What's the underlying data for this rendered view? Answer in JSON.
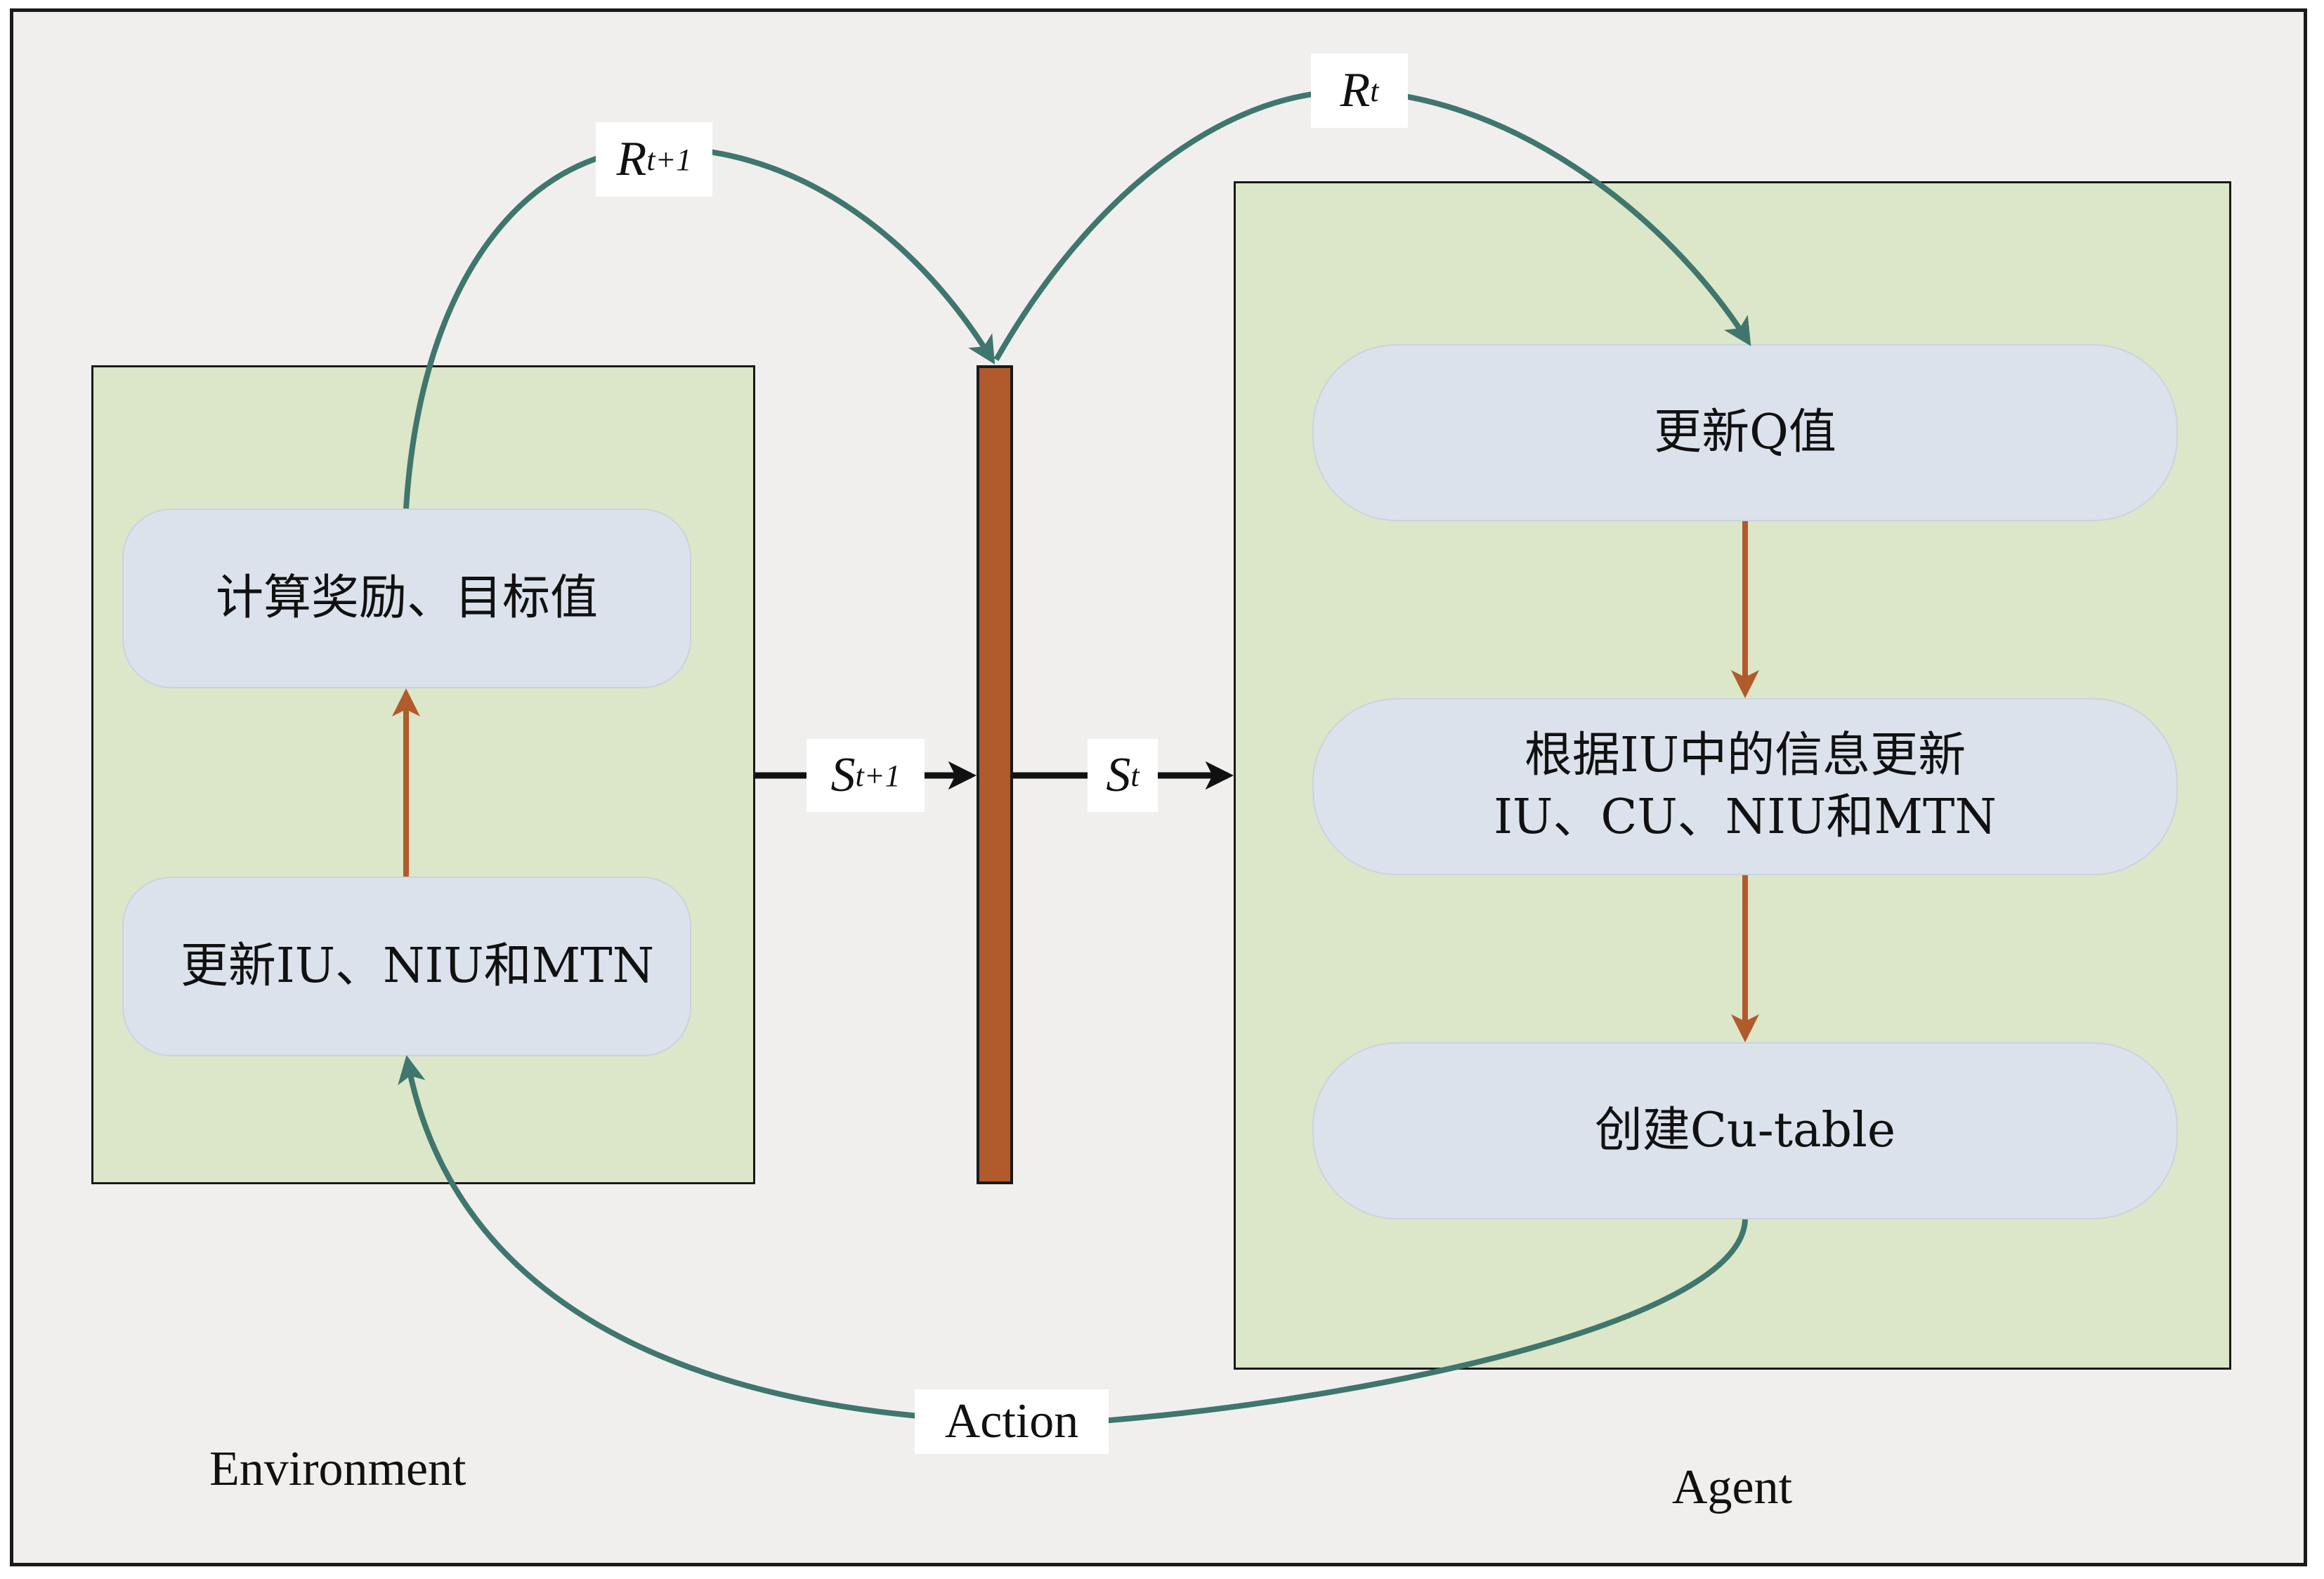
{
  "environment": {
    "caption": "Environment",
    "nodes": {
      "reward": "计算奖励、目标值",
      "update": "更新IU、NIU和MTN"
    }
  },
  "agent": {
    "caption": "Agent",
    "nodes": {
      "q_update": "更新Q值",
      "info_update": "根据IU中的信息更新\nIU、CU、NIU和MTN",
      "create_table": "创建Cu-table"
    }
  },
  "signals": {
    "reward_next": {
      "symbol": "R",
      "subscript": "t+1"
    },
    "reward_t": {
      "symbol": "R",
      "subscript": "t"
    },
    "state_next": {
      "symbol": "S",
      "subscript": "t+1"
    },
    "state_t": {
      "symbol": "S",
      "subscript": "t"
    },
    "action": "Action"
  },
  "colors": {
    "background": "#f0efed",
    "panel_fill": "#dce6c8",
    "node_fill": "#dbe2ec",
    "curve_teal": "#3f766d",
    "arrow_orange": "#b15a2c",
    "bar_fill": "#b15a2c",
    "arrow_black": "#111111"
  }
}
